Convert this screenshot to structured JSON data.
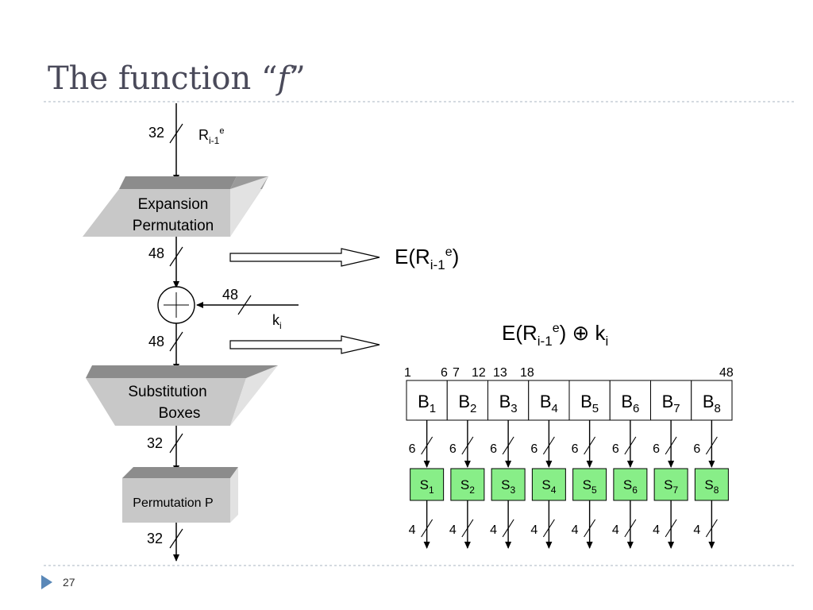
{
  "slide": {
    "title": "The function “",
    "title_italic": "f",
    "title_close": "”",
    "page_number": "27"
  },
  "diagram": {
    "input": {
      "width": "32",
      "label_base": "R",
      "label_sub": "i-1",
      "label_sup": "e"
    },
    "expansion": {
      "line1": "Expansion",
      "line2": "Permutation",
      "out_width": "48"
    },
    "xor": {
      "key_width": "48",
      "key_base": "k",
      "key_sub": "i",
      "out_width": "48"
    },
    "expr_e": {
      "pre": "E(R",
      "sub": "i-1",
      "sup": "e",
      "post": ")"
    },
    "expr_exor": {
      "pre": "E(R",
      "sub": "i-1",
      "sup": "e",
      "post": ") ⊕ k",
      "k_sub": "i"
    },
    "substitution": {
      "line1": "Substitution",
      "line2": "Boxes",
      "out_width": "32"
    },
    "permutation": {
      "label": "Permutation P",
      "out_width": "32"
    },
    "bit_positions": [
      "1",
      "6",
      "7",
      "12",
      "13",
      "18",
      "48"
    ],
    "blocks": [
      {
        "base": "B",
        "sub": "1"
      },
      {
        "base": "B",
        "sub": "2"
      },
      {
        "base": "B",
        "sub": "3"
      },
      {
        "base": "B",
        "sub": "4"
      },
      {
        "base": "B",
        "sub": "5"
      },
      {
        "base": "B",
        "sub": "6"
      },
      {
        "base": "B",
        "sub": "7"
      },
      {
        "base": "B",
        "sub": "8"
      }
    ],
    "sboxes": [
      {
        "base": "S",
        "sub": "1"
      },
      {
        "base": "S",
        "sub": "2"
      },
      {
        "base": "S",
        "sub": "3"
      },
      {
        "base": "S",
        "sub": "4"
      },
      {
        "base": "S",
        "sub": "5"
      },
      {
        "base": "S",
        "sub": "6"
      },
      {
        "base": "S",
        "sub": "7"
      },
      {
        "base": "S",
        "sub": "8"
      }
    ],
    "sbox_in_width": "6",
    "sbox_out_width": "4",
    "colors": {
      "sbox_fill": "#88ee88",
      "shape_light": "#c8c8c8",
      "shape_dark": "#8c8c8c",
      "shape_side": "#e2e2e2"
    }
  }
}
